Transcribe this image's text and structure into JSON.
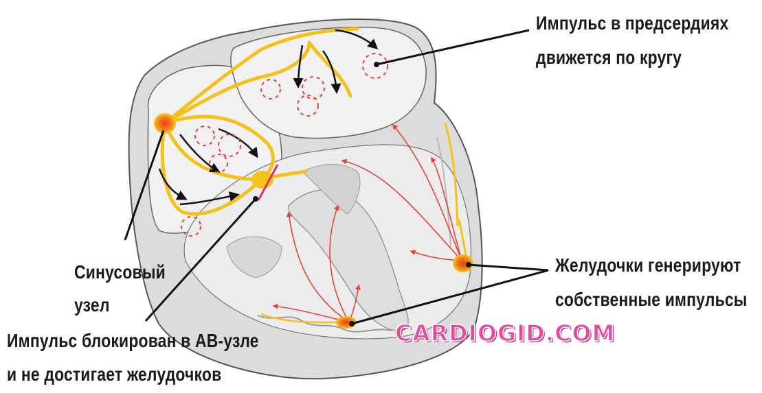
{
  "labels": {
    "atria_impulse_line1": "Импульс в предсердиях",
    "atria_impulse_line2": "движется по кругу",
    "sinus_node_line1": "Синусовый",
    "sinus_node_line2": "узел",
    "av_block_line1": "Импульс блокирован в АВ-узле",
    "av_block_line2": "и не достигает желудочков",
    "ventricles_line1": "Желудочки генерируют",
    "ventricles_line2": "собственные импульсы"
  },
  "watermark": "CARDIOGID.COM",
  "colors": {
    "conduction_pathway": "#f2c21b",
    "node_core": "#e24a12",
    "impulse_arrow": "#e2463a",
    "flow_arrow": "#111111",
    "heart_fill": "#dcdcdc",
    "chamber_fill": "#f1f1f1",
    "watermark": "#e64aa0"
  }
}
